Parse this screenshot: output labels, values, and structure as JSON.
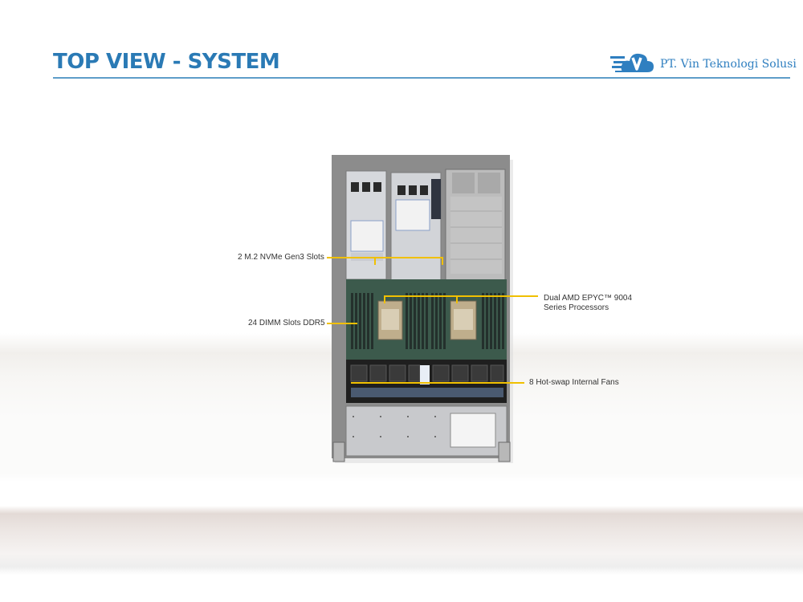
{
  "slide": {
    "title": "TOP VIEW - SYSTEM",
    "logo_text": "PT. Vin Teknologi Solusi"
  },
  "callouts": {
    "m2": "2 M.2 NVMe Gen3 Slots",
    "dimm": "24 DIMM Slots DDR5",
    "cpu_line1": "Dual AMD EPYC™ 9004",
    "cpu_line2": "Series Processors",
    "fans": "8 Hot-swap Internal  Fans"
  },
  "colors": {
    "title": "#2a7ab5",
    "callout_line": "#f0c000",
    "logo": "#2f7fc0"
  }
}
